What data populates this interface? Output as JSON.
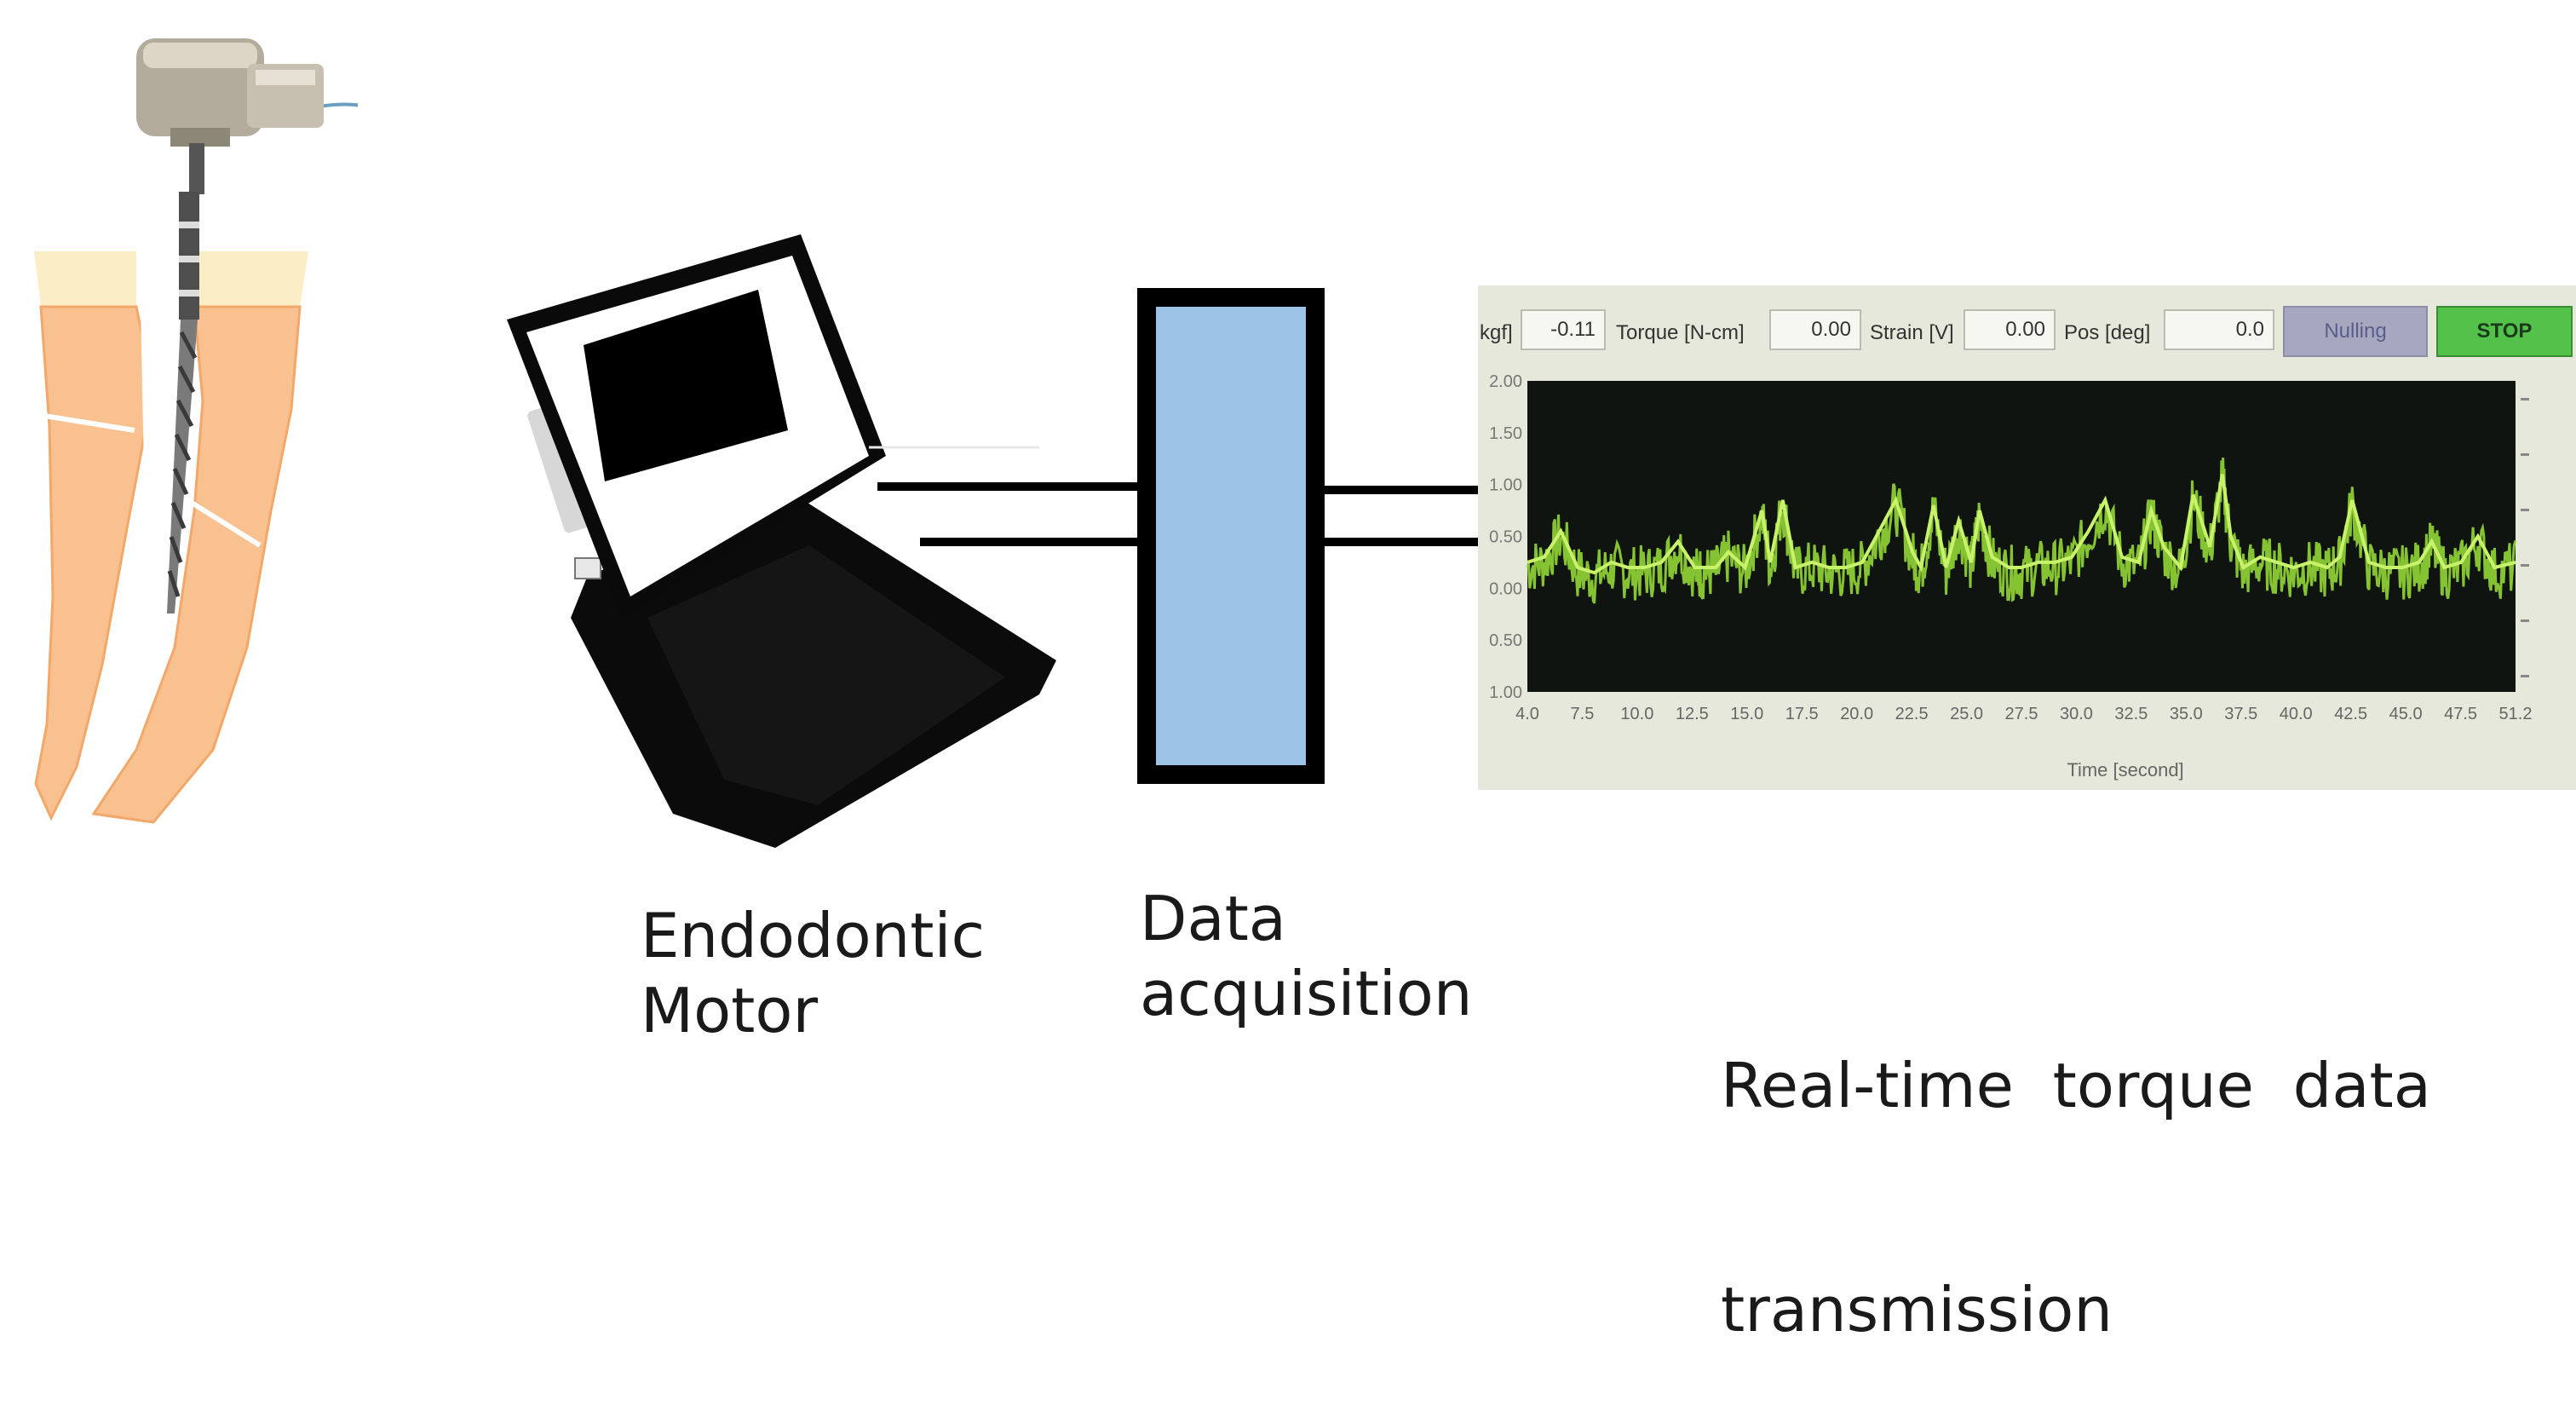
{
  "captions": {
    "motor_line1": "Endodontic",
    "motor_line2": "Motor",
    "daq_line1": "Data",
    "daq_line2": "acquisition",
    "transmission_line1": "Real-time  torque  data",
    "transmission_line2": "transmission"
  },
  "monitor": {
    "field_partial_label": "kgf]",
    "field_partial_value": "-0.11",
    "torque_label": "Torque [N-cm]",
    "torque_value": "0.00",
    "strain_label": "Strain [V]",
    "strain_value": "0.00",
    "pos_label": "Pos [deg]",
    "pos_value": "0.0",
    "nulling_button": "Nulling",
    "stop_button": "STOP"
  },
  "chart_data": {
    "type": "line",
    "xlabel": "Time [second]",
    "ylabel": "",
    "x_ticks": [
      "4.0",
      "7.5",
      "10.0",
      "12.5",
      "15.0",
      "17.5",
      "20.0",
      "22.5",
      "25.0",
      "27.5",
      "30.0",
      "32.5",
      "35.0",
      "37.5",
      "40.0",
      "42.5",
      "45.0",
      "47.5",
      "51.2"
    ],
    "y_ticks": [
      "2.00",
      "1.50",
      "1.00",
      "0.50",
      "0.00",
      "0.50",
      "1.00"
    ],
    "xlim": [
      4.0,
      51.2
    ],
    "ylim": [
      -1.0,
      2.0
    ],
    "series_color": "#9be23a",
    "background": "#101410",
    "series": [
      {
        "x": [
          4.0,
          4.8,
          5.6,
          6.4,
          7.2,
          8.0,
          8.8,
          9.6,
          10.4,
          11.2,
          12.0,
          12.4,
          13.0,
          13.6,
          14.4,
          15.2,
          15.6,
          16.2,
          16.8,
          17.6,
          18.4,
          19.2,
          20.0,
          20.8,
          21.6,
          22.4,
          22.8,
          23.4,
          24.0,
          24.6,
          25.2,
          25.6,
          26.2,
          27.0,
          27.6,
          28.4,
          29.2,
          30.0,
          30.8,
          31.6,
          32.4,
          33.2,
          33.8,
          34.4,
          35.2,
          35.8,
          36.6,
          37.2,
          37.6,
          38.2,
          39.0,
          39.8,
          40.6,
          41.4,
          42.2,
          42.8,
          43.4,
          44.2,
          45.0,
          45.8,
          46.6,
          47.2,
          47.8,
          48.6,
          49.4,
          50.2,
          51.2
        ],
        "y": [
          0.25,
          0.3,
          0.55,
          0.2,
          0.15,
          0.25,
          0.2,
          0.2,
          0.25,
          0.45,
          0.2,
          0.2,
          0.2,
          0.35,
          0.2,
          0.75,
          0.25,
          0.85,
          0.2,
          0.25,
          0.2,
          0.2,
          0.25,
          0.55,
          0.85,
          0.35,
          0.2,
          0.8,
          0.2,
          0.65,
          0.25,
          0.75,
          0.3,
          0.2,
          0.2,
          0.25,
          0.25,
          0.3,
          0.55,
          0.85,
          0.3,
          0.25,
          0.75,
          0.4,
          0.2,
          0.9,
          0.4,
          1.1,
          0.5,
          0.2,
          0.3,
          0.25,
          0.2,
          0.25,
          0.2,
          0.3,
          0.85,
          0.25,
          0.2,
          0.2,
          0.25,
          0.45,
          0.2,
          0.25,
          0.5,
          0.2,
          0.25
        ]
      }
    ]
  }
}
